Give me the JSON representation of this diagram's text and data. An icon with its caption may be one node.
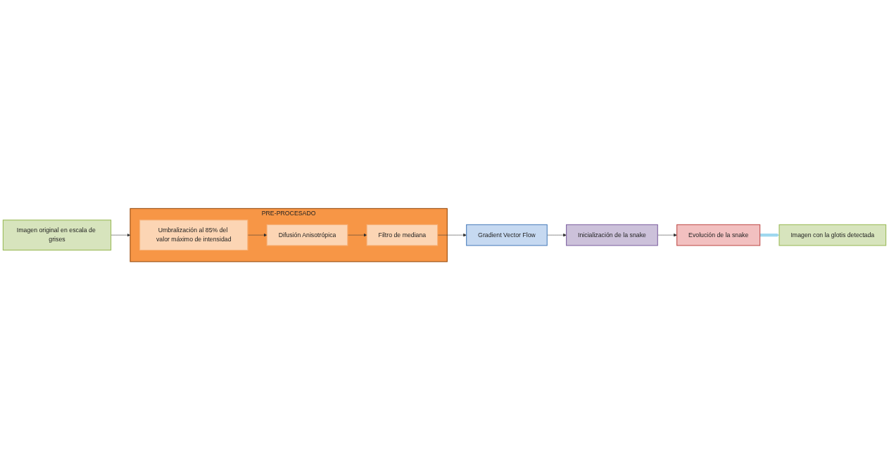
{
  "diagram": {
    "nodes": [
      {
        "text": [
          "Imagen original en escala de grises"
        ]
      },
      {
        "text": [
          "PRE-PROCESADO"
        ]
      },
      {
        "text": [
          "Umbralización al 85% del valor máximo de intensidad"
        ],
        "in": 1
      },
      {
        "text": [
          "Difusión Anisotrópica"
        ],
        "in": 1
      },
      {
        "text": [
          "Filtro de mediana"
        ],
        "in": 1
      },
      {
        "text": [
          "Gradient Vector Flow"
        ]
      },
      {
        "text": [
          "Inicialización de la snake"
        ]
      },
      {
        "text": [
          "Evolución de la snake"
        ]
      },
      {
        "text": [
          "Imagen con la glotis detectada"
        ]
      }
    ],
    "edges": [
      {
        "from": 0,
        "to": 1,
        "arrow": "to"
      },
      {
        "from": 2,
        "to": 3,
        "arrow": "to"
      },
      {
        "from": 3,
        "to": 4,
        "arrow": "to"
      },
      {
        "from": 4,
        "to": 5,
        "arrow": "to"
      },
      {
        "from": 5,
        "to": 6,
        "arrow": "to"
      },
      {
        "from": 6,
        "to": 7,
        "arrow": "to"
      },
      {
        "from": 7,
        "to": 8,
        "arrow": "to",
        "style": "thick",
        "color": "#9fd8ef"
      }
    ]
  }
}
